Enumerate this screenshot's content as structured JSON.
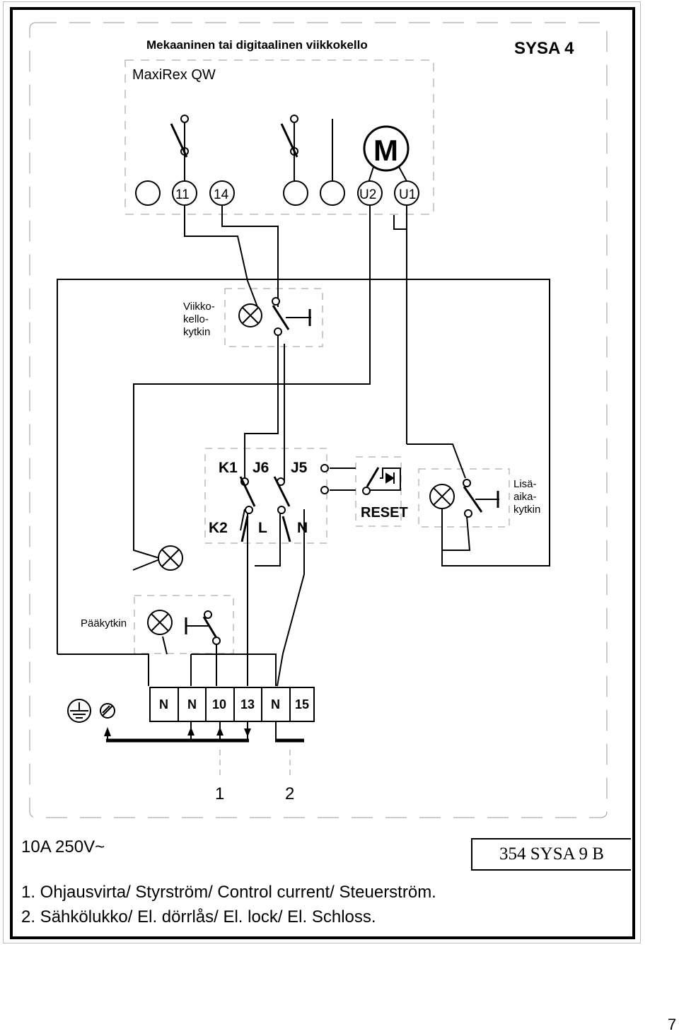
{
  "header": {
    "title": "Mekaaninen tai digitaalinen viikkokello",
    "system": "SYSA 4",
    "model": "MaxiRex QW"
  },
  "clock_terminals": [
    "11",
    "14",
    "U2",
    "U1"
  ],
  "motor_label": "M",
  "switches": {
    "weekly_clock_switch": [
      "Viikko-",
      "kello-",
      "kytkin"
    ],
    "extra_time_switch": [
      "Lisä-",
      "aika-",
      "kytkin"
    ],
    "main_switch": "Pääkytkin"
  },
  "control_unit": {
    "labels_top": [
      "K1",
      "J6",
      "J5"
    ],
    "labels_bottom": [
      "K2",
      "L",
      "N"
    ],
    "reset": "RESET"
  },
  "terminal_block": [
    "N",
    "N",
    "10",
    "13",
    "N",
    "15"
  ],
  "outputs": [
    "1",
    "2"
  ],
  "rating": "10A  250V~",
  "drawing_code": "354  SYSA 9 B",
  "legend": [
    "1. Ohjausvirta/ Styrström/ Control current/ Steuerström.",
    "2. Sähkölukko/ El. dörrlås/ El. lock/ El. Schloss."
  ],
  "page_number": "7"
}
